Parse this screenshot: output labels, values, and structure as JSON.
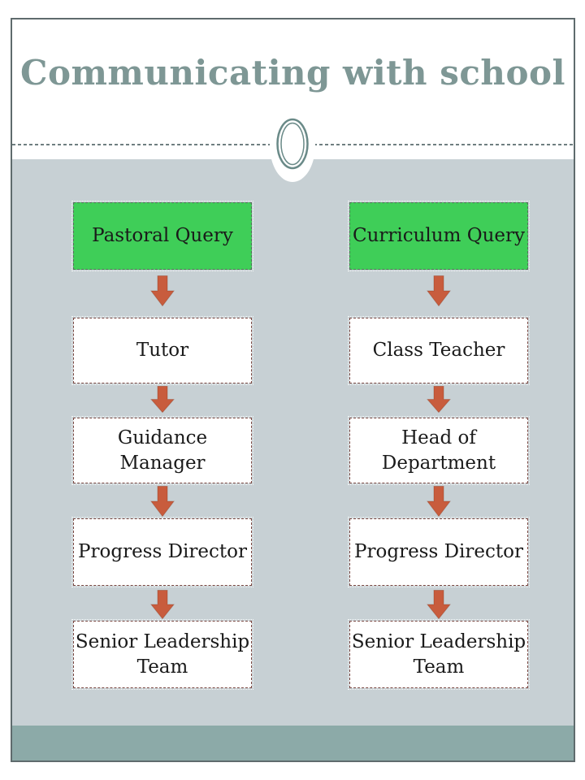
{
  "slide": {
    "title": "Communicating with school",
    "columns": [
      {
        "header": "Pastoral Query",
        "steps": [
          [
            "Tutor"
          ],
          [
            "Guidance",
            "Manager"
          ],
          [
            "Progress Director"
          ],
          [
            "Senior Leadership",
            "Team"
          ]
        ]
      },
      {
        "header": "Curriculum Query",
        "steps": [
          [
            "Class Teacher"
          ],
          [
            "Head of",
            "Department"
          ],
          [
            "Progress Director"
          ],
          [
            "Senior Leadership",
            "Team"
          ]
        ]
      }
    ],
    "colors": {
      "title_text": "#7e9795",
      "slide_border": "#5f6b6d",
      "content_background": "#c7d0d4",
      "footer_band": "#8caaa8",
      "query_box_fill": "#3fce58",
      "query_box_border": "#54715a",
      "step_box_fill": "#ffffff",
      "step_box_border": "#7d4a44",
      "arrow_fill": "#c85c3d",
      "divider_line": "#6f7e80",
      "ellipse_ring": "#6a8a88",
      "box_text": "#1a1a1a"
    }
  }
}
